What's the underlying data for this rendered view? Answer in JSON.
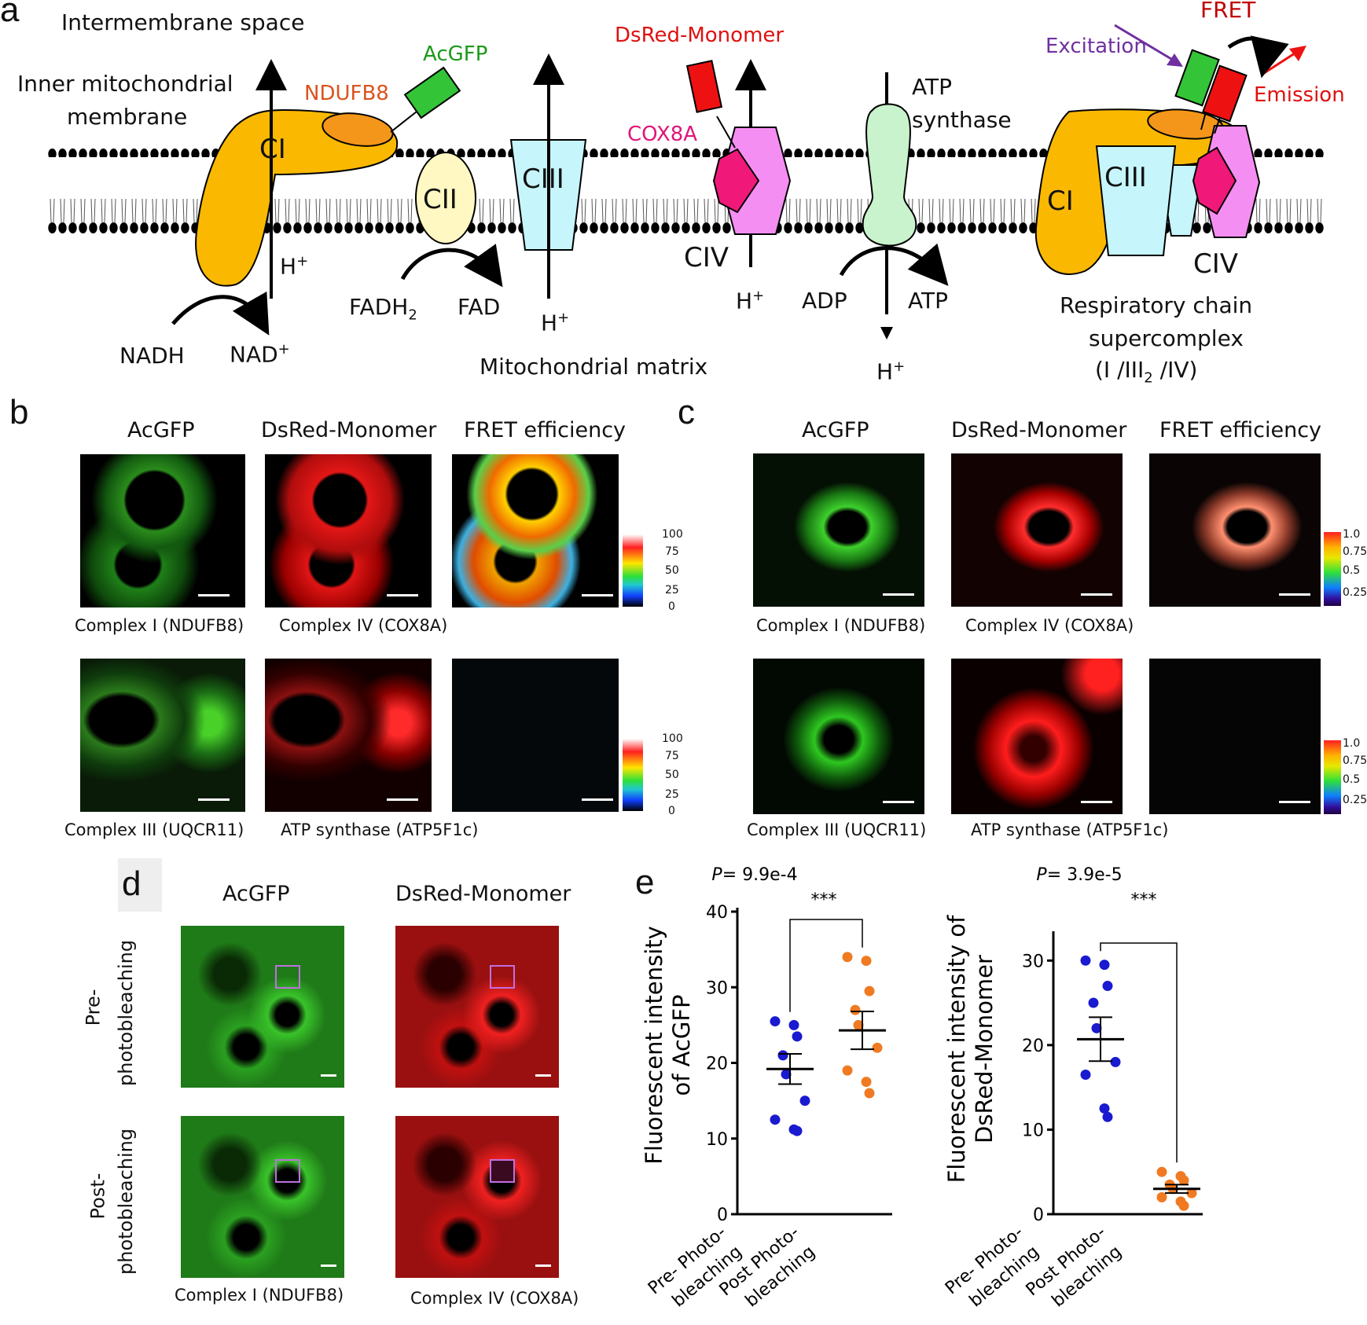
{
  "panel_a": {
    "letter": "a",
    "intermembrane_space": "Intermembrane space",
    "inner_membrane_l1": "Inner mitochondrial",
    "inner_membrane_l2": "membrane",
    "ndufb8": "NDUFB8",
    "acgfp": "AcGFP",
    "dsred": "DsRed-Monomer",
    "cox8a": "COX8A",
    "ci": "CI",
    "cii": "CII",
    "ciii": "CIII",
    "civ": "CIV",
    "atp_synthase_l1": "ATP",
    "atp_synthase_l2": "synthase",
    "h_plus": "H",
    "plus": "+",
    "fadh2": "FADH",
    "sub2": "2",
    "fad": "FAD",
    "nadh": "NADH",
    "nad": "NAD",
    "adp": "ADP",
    "atp": "ATP",
    "matrix": "Mitochondrial matrix",
    "excitation": "Excitation",
    "fret": "FRET",
    "emission": "Emission",
    "supercomplex_l1": "Respiratory chain",
    "supercomplex_l2": "supercomplex",
    "supercomplex_l3a": "(I /III",
    "supercomplex_l3b": " /IV)"
  },
  "panel_b": {
    "letter": "b",
    "headers": [
      "AcGFP",
      "DsRed-Monomer",
      "FRET efficiency"
    ],
    "captions": [
      "Complex I (NDUFB8)",
      "Complex IV (COX8A)",
      "Complex III (UQCR11)",
      "ATP synthase (ATP5F1c)"
    ],
    "colorbar_ticks": [
      "100",
      "75",
      "50",
      "25",
      "0"
    ]
  },
  "panel_c": {
    "letter": "c",
    "headers": [
      "AcGFP",
      "DsRed-Monomer",
      "FRET efficiency"
    ],
    "captions": [
      "Complex I (NDUFB8)",
      "Complex IV (COX8A)",
      "Complex III (UQCR11)",
      "ATP synthase (ATP5F1c)"
    ],
    "colorbar_ticks": [
      "1.0",
      "0.75",
      "0.5",
      "0.25"
    ]
  },
  "panel_d": {
    "letter": "d",
    "headers": [
      "AcGFP",
      "DsRed-Monomer"
    ],
    "row_pre_l1": "Pre-",
    "row_pre_l2": "photobleaching",
    "row_post_l1": "Post-",
    "row_post_l2": "photobleaching",
    "captions": [
      "Complex I (NDUFB8)",
      "Complex IV (COX8A)"
    ]
  },
  "panel_e": {
    "letter": "e",
    "sig": "***",
    "p_label": "P",
    "cat_pre_l1": "Pre- Photo-",
    "cat_pre_l2": "bleaching",
    "cat_post_l1": "Post Photo-",
    "cat_post_l2": "bleaching"
  },
  "chart_data": [
    {
      "type": "scatter",
      "title": "",
      "p_value": "= 9.9e-4",
      "ylabel_l1": "Fluorescent intensity",
      "ylabel_l2": "of AcGFP",
      "ylim": [
        0,
        40
      ],
      "yticks": [
        0,
        10,
        20,
        30,
        40
      ],
      "categories": [
        "Pre- Photo- bleaching",
        "Post Photo- bleaching"
      ],
      "series": [
        {
          "color": "#1a1ad0",
          "mean": 19.2,
          "sem": 2.0,
          "values": [
            25.5,
            25.0,
            23.5,
            21.0,
            18.5,
            15.0,
            12.5,
            11.2,
            11.0
          ]
        },
        {
          "color": "#f07a22",
          "mean": 24.3,
          "sem": 2.5,
          "values": [
            34.0,
            33.5,
            29.5,
            27.0,
            25.0,
            22.0,
            19.0,
            17.5,
            16.0
          ]
        }
      ]
    },
    {
      "type": "scatter",
      "title": "",
      "p_value": "= 3.9e-5",
      "ylabel_l1": "Fluorescent intensity of",
      "ylabel_l2": "DsRed-Monomer",
      "ylim": [
        0,
        33
      ],
      "yticks": [
        0,
        10,
        20,
        30
      ],
      "categories": [
        "Pre- Photo- bleaching",
        "Post Photo- bleaching"
      ],
      "series": [
        {
          "color": "#1a1ad0",
          "mean": 20.7,
          "sem": 2.6,
          "values": [
            30.0,
            29.5,
            27.0,
            25.0,
            22.0,
            18.0,
            16.5,
            12.5,
            11.5
          ]
        },
        {
          "color": "#f07a22",
          "mean": 3.0,
          "sem": 0.5,
          "values": [
            5.0,
            4.5,
            4.0,
            3.5,
            3.0,
            2.5,
            2.0,
            1.5,
            1.0
          ]
        }
      ]
    }
  ]
}
